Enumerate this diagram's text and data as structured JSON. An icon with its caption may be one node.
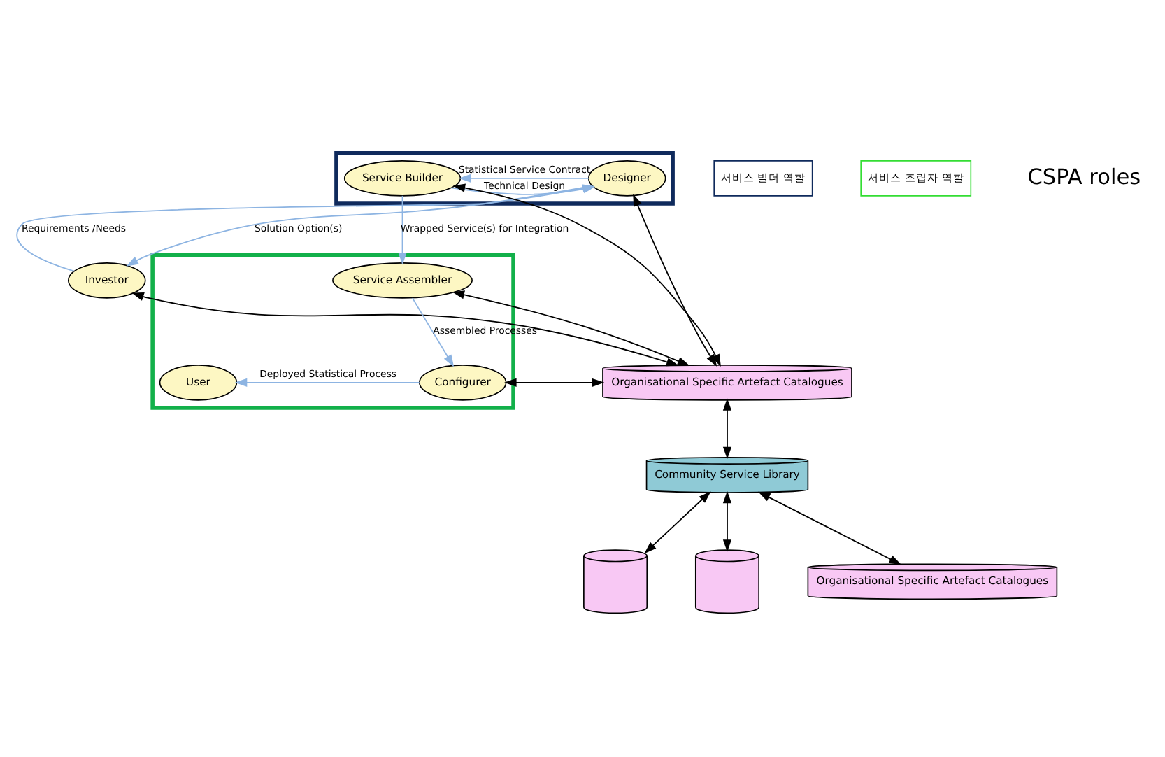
{
  "diagram": {
    "nodes": [
      {
        "text": [],
        "shape": "box"
      },
      {
        "text": [
          "Designer"
        ],
        "in": 0
      },
      {
        "text": [
          "Service Builder"
        ],
        "in": 0
      },
      {
        "text": [
          "Investor"
        ]
      },
      {
        "text": [],
        "shape": "box"
      },
      {
        "text": [
          "Service Assembler"
        ],
        "in": 4
      },
      {
        "text": [
          "Configurer"
        ],
        "in": 4
      },
      {
        "text": [
          "User"
        ],
        "in": 4
      },
      {
        "text": [
          "Organisational Specific Artefact Catalogues"
        ]
      },
      {
        "text": [
          "Community Service Library"
        ]
      },
      {
        "text": [],
        "shape": "cylinder"
      },
      {
        "text": [],
        "shape": "cylinder"
      },
      {
        "text": [
          "Organisational Specific Artefact Catalogues"
        ]
      },
      {
        "text": [
          "서비스 빌더 역할"
        ]
      },
      {
        "text": [
          "서비스 조립자 역할"
        ]
      }
    ],
    "edges": [
      {
        "from": 1,
        "to": 2,
        "arrow": "to",
        "label": "Statistical Service Contract",
        "color": "#8db4e2"
      },
      {
        "from": 2,
        "to": 1,
        "arrow": "to",
        "label": "Technical Design",
        "color": "#8db4e2"
      },
      {
        "from": 3,
        "to": 1,
        "arrow": "to",
        "label": "Requirements /Needs",
        "color": "#8db4e2"
      },
      {
        "from": 1,
        "to": 3,
        "arrow": "to",
        "label": "Solution Option(s)",
        "color": "#8db4e2"
      },
      {
        "from": 2,
        "to": 5,
        "arrow": "to",
        "label": "Wrapped Service(s) for Integration",
        "color": "#8db4e2"
      },
      {
        "from": 5,
        "to": 6,
        "arrow": "to",
        "label": "Assembled Processes",
        "color": "#8db4e2"
      },
      {
        "from": 6,
        "to": 7,
        "arrow": "to",
        "label": "Deployed Statistical Process",
        "color": "#8db4e2"
      },
      {
        "from": 8,
        "to": 3,
        "arrow": "both"
      },
      {
        "from": 8,
        "to": 1,
        "arrow": "both"
      },
      {
        "from": 8,
        "to": 2,
        "arrow": "both"
      },
      {
        "from": 8,
        "to": 5,
        "arrow": "both"
      },
      {
        "from": 8,
        "to": 6,
        "arrow": "both"
      },
      {
        "from": 8,
        "to": 9,
        "arrow": "both"
      },
      {
        "from": 9,
        "to": 10,
        "arrow": "both"
      },
      {
        "from": 9,
        "to": 11,
        "arrow": "both"
      },
      {
        "from": 9,
        "to": 12,
        "arrow": "both"
      }
    ],
    "labels": [
      "CSPA roles"
    ]
  }
}
